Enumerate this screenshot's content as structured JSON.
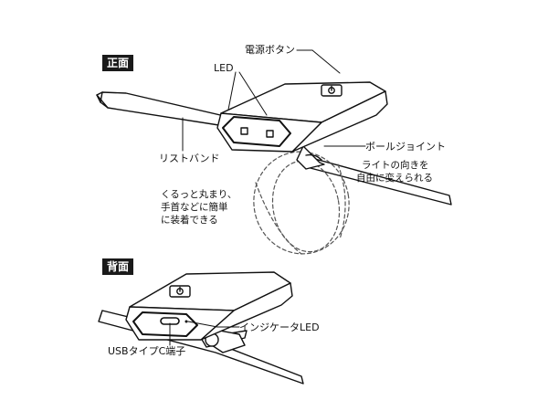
{
  "sections": {
    "front": "正面",
    "back": "背面"
  },
  "labels": {
    "power_button": "電源ボタン",
    "led": "LED",
    "wristband": "リストバンド",
    "ball_joint": "ボールジョイント",
    "ball_joint_note_1": "ライトの向きを",
    "ball_joint_note_2": "自由に変えられる",
    "mount_note_1": "くるっと丸まり、",
    "mount_note_2": "手首などに簡単",
    "mount_note_3": "に装着できる",
    "indicator_led": "インジケータLED",
    "usb_port": "USBタイプC端子"
  },
  "colors": {
    "ink": "#111111",
    "tag_bg": "#1a1a1a",
    "tag_text": "#ffffff",
    "dashed": "#666666"
  },
  "icons": [
    "power-icon",
    "usb-c-port-icon"
  ]
}
